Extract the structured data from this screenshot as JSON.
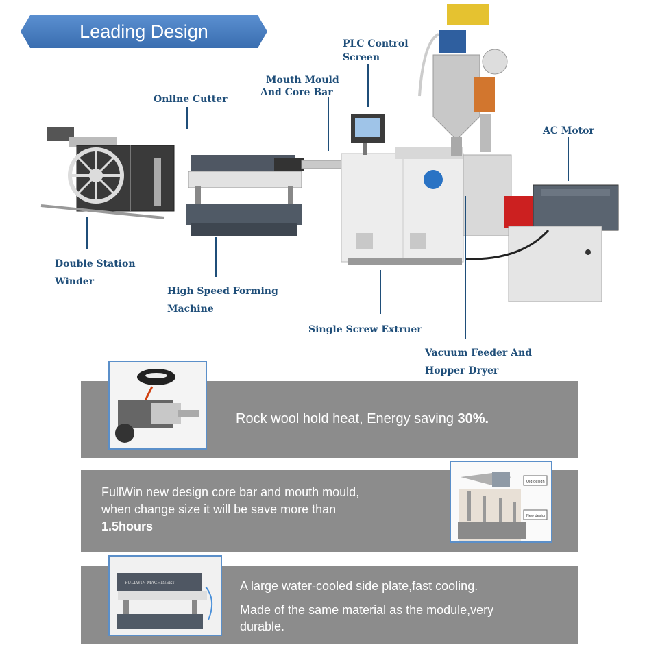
{
  "header": {
    "title": "Leading Design"
  },
  "labels": {
    "plc_line1": "PLC Control",
    "plc_line2": "Screen",
    "mouth_line1": "Mouth Mould",
    "mouth_line2": "And  Core Bar",
    "cutter": "Online Cutter",
    "ac_motor": "AC Motor",
    "winder_line1": "Double Station",
    "winder_line2": "Winder",
    "forming_line1": "High Speed Forming",
    "forming_line2": "Machine",
    "extruder": "Single Screw Extruer",
    "vacuum_line1": "Vacuum Feeder And",
    "vacuum_line2": "Hopper Dryer"
  },
  "features": [
    {
      "text": "Rock wool hold heat, Energy saving ",
      "highlight": "30%."
    },
    {
      "line1": " FullWin new design core bar and mouth mould,",
      "line2": "when change size  it will be save more than",
      "highlight": "1.5hours",
      "tag_old": "Old design",
      "tag_new": "New design"
    },
    {
      "line1": "A large water-cooled side plate,fast cooling.",
      "line2": "Made of the same material as the module,very",
      "line3": "durable.",
      "brand": "FULLWIN MACHINERY"
    }
  ],
  "colors": {
    "banner": "#4a7fc1",
    "label": "#1f4e79",
    "panel": "#8c8c8c",
    "thumb_border": "#5b8fc9"
  }
}
